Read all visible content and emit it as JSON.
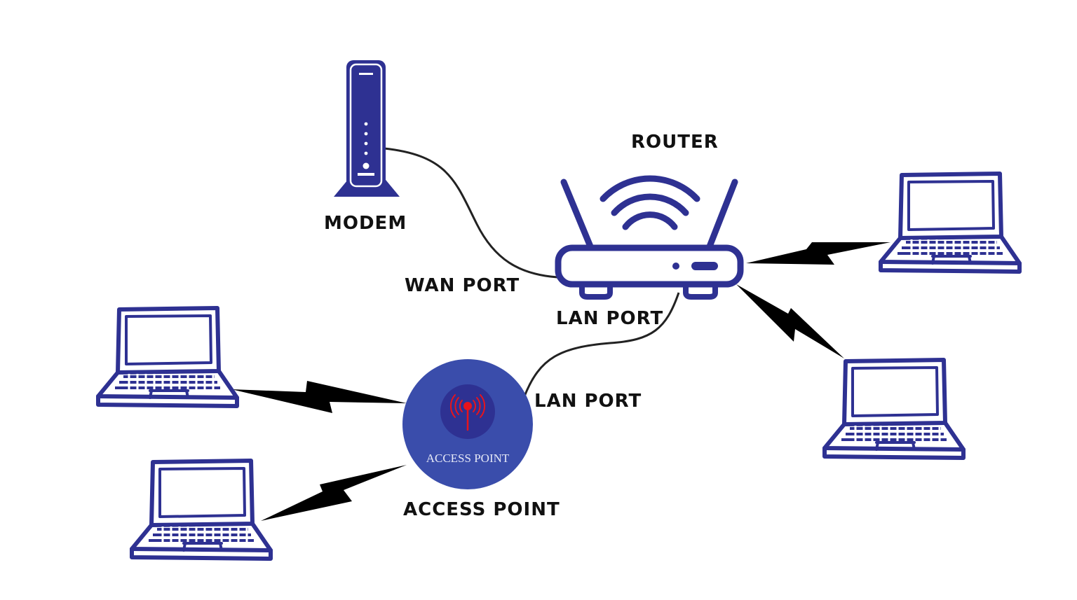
{
  "diagram": {
    "type": "network-topology",
    "colors": {
      "device": "#2e3192",
      "access_point_outer": "#3a4dab",
      "access_point_inner": "#2e3192",
      "signal": "#e8141c",
      "cable": "#222222",
      "wireless": "#000000"
    },
    "nodes": [
      {
        "id": "modem",
        "label": "MODEM",
        "icon": "modem-icon"
      },
      {
        "id": "router",
        "label": "ROUTER",
        "icon": "router-icon"
      },
      {
        "id": "access_point",
        "label": "ACCESS POINT",
        "badge_text": "ACCESS POINT",
        "icon": "access-point-icon"
      },
      {
        "id": "laptop_1",
        "icon": "laptop-icon"
      },
      {
        "id": "laptop_2",
        "icon": "laptop-icon"
      },
      {
        "id": "laptop_3",
        "icon": "laptop-icon"
      },
      {
        "id": "laptop_4",
        "icon": "laptop-icon"
      }
    ],
    "port_labels": {
      "wan": "WAN PORT",
      "router_lan": "LAN PORT",
      "ap_lan": "LAN PORT"
    },
    "edges": [
      {
        "from": "modem",
        "to": "router",
        "kind": "wired",
        "via": "WAN PORT"
      },
      {
        "from": "router",
        "to": "access_point",
        "kind": "wired",
        "via": "LAN PORT"
      },
      {
        "from": "router",
        "to": "laptop_1",
        "kind": "wireless"
      },
      {
        "from": "router",
        "to": "laptop_2",
        "kind": "wireless"
      },
      {
        "from": "access_point",
        "to": "laptop_3",
        "kind": "wireless"
      },
      {
        "from": "access_point",
        "to": "laptop_4",
        "kind": "wireless"
      }
    ]
  }
}
